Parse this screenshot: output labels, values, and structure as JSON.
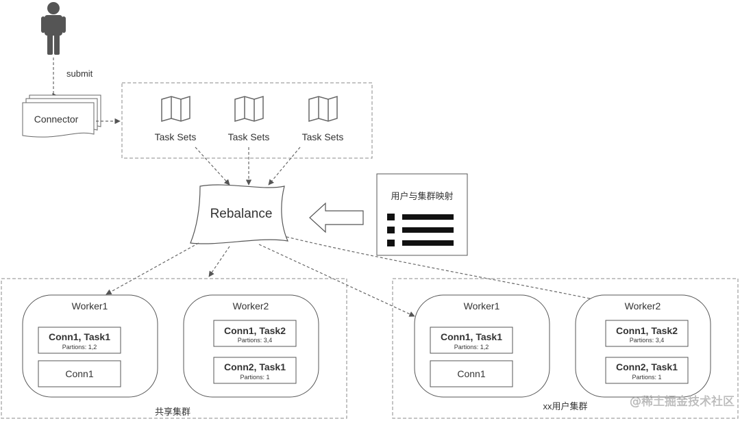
{
  "person": {
    "icon": "person-icon"
  },
  "submit_label": "submit",
  "connector": {
    "label": "Connector"
  },
  "task_sets": [
    {
      "label": "Task Sets",
      "icon": "map-icon"
    },
    {
      "label": "Task Sets",
      "icon": "map-icon"
    },
    {
      "label": "Task Sets",
      "icon": "map-icon"
    }
  ],
  "rebalance": {
    "label": "Rebalance"
  },
  "mapping": {
    "title": "用户与集群映射",
    "icon": "list-icon",
    "arrow_icon": "arrow-left-icon"
  },
  "clusters": [
    {
      "label": "共享集群",
      "workers": [
        {
          "title": "Worker1",
          "tasks": [
            {
              "title": "Conn1, Task1",
              "sub": "Partions: 1,2"
            },
            {
              "title": "Conn1",
              "sub": ""
            }
          ]
        },
        {
          "title": "Worker2",
          "tasks": [
            {
              "title": "Conn1, Task2",
              "sub": "Partions: 3,4"
            },
            {
              "title": "Conn2, Task1",
              "sub": "Partions: 1"
            }
          ]
        }
      ]
    },
    {
      "label": "xx用户集群",
      "workers": [
        {
          "title": "Worker1",
          "tasks": [
            {
              "title": "Conn1, Task1",
              "sub": "Partions: 1,2"
            },
            {
              "title": "Conn1",
              "sub": ""
            }
          ]
        },
        {
          "title": "Worker2",
          "tasks": [
            {
              "title": "Conn1, Task2",
              "sub": "Partions: 3,4"
            },
            {
              "title": "Conn2, Task1",
              "sub": "Partions: 1"
            }
          ]
        }
      ]
    }
  ],
  "watermark": "@稀土掘金技术社区"
}
